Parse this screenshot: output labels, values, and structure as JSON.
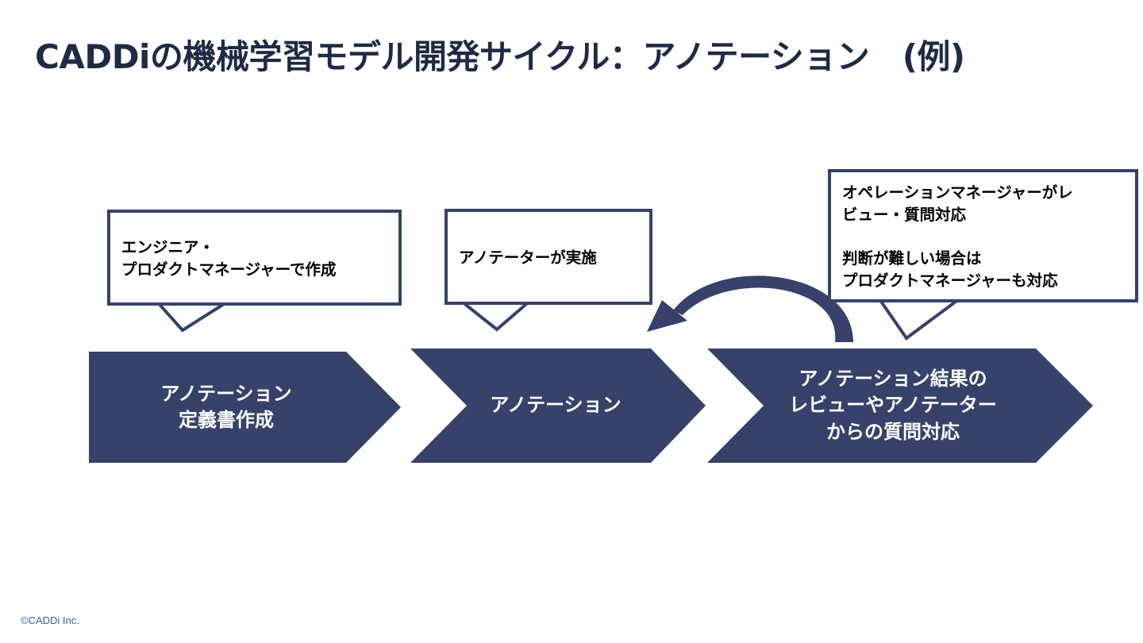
{
  "title": "CADDiの機械学習モデル開発サイクル：アノテーション　(例)",
  "steps": [
    {
      "lines": [
        "アノテーション",
        "定義書作成"
      ],
      "callout": [
        "エンジニア・",
        "プロダクトマネージャーで作成"
      ]
    },
    {
      "lines": [
        "アノテーション"
      ],
      "callout": [
        "アノテーターが実施"
      ]
    },
    {
      "lines": [
        "アノテーション結果の",
        "レビューやアノテーター",
        "からの質問対応"
      ],
      "callout": [
        "オペレーションマネージャーがレ",
        "ビュー・質問対応",
        "",
        "判断が難しい場合は",
        "プロダクトマネージャーも対応"
      ]
    }
  ],
  "footer": "©CADDi Inc.",
  "colors": {
    "chevron": "#37426a",
    "title": "#1f2a44",
    "footer": "#3e5fa6"
  },
  "icons": {
    "loop_arrow": "curved-return-arrow-icon"
  }
}
